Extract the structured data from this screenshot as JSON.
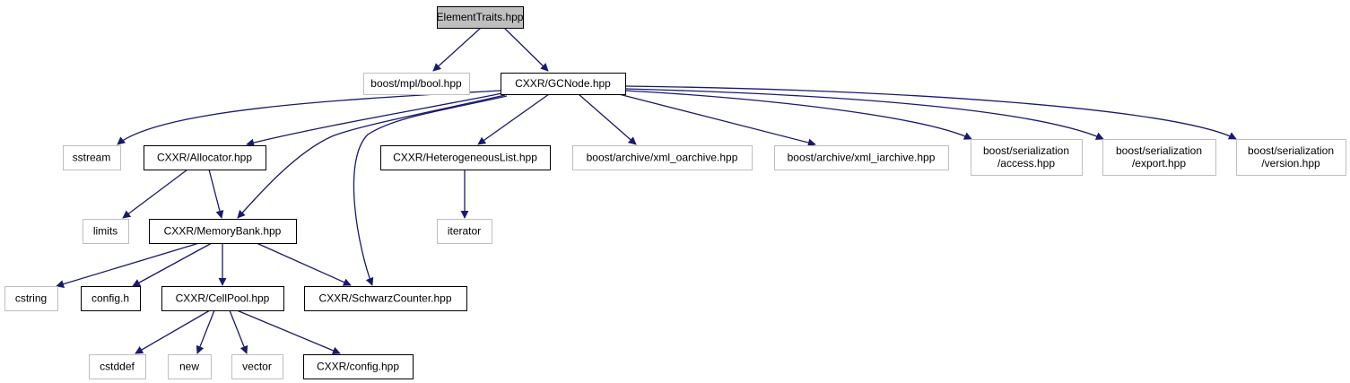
{
  "colors": {
    "edge": "#191970",
    "root_fill": "#bfbfbf",
    "border_documented": "#000000",
    "border_external": "#bfbfbf",
    "node_fill": "#ffffff",
    "text": "#000000"
  },
  "nodes": [
    {
      "id": "elementtraits",
      "lines": [
        "ElementTraits.hpp"
      ],
      "kind": "root"
    },
    {
      "id": "boost-mpl-bool",
      "lines": [
        "boost/mpl/bool.hpp"
      ],
      "kind": "external"
    },
    {
      "id": "gcnode",
      "lines": [
        "CXXR/GCNode.hpp"
      ],
      "kind": "documented"
    },
    {
      "id": "sstream",
      "lines": [
        "sstream"
      ],
      "kind": "external"
    },
    {
      "id": "allocator",
      "lines": [
        "CXXR/Allocator.hpp"
      ],
      "kind": "documented"
    },
    {
      "id": "heterogeneouslist",
      "lines": [
        "CXXR/HeterogeneousList.hpp"
      ],
      "kind": "documented"
    },
    {
      "id": "xml-oarchive",
      "lines": [
        "boost/archive/xml_oarchive.hpp"
      ],
      "kind": "external"
    },
    {
      "id": "xml-iarchive",
      "lines": [
        "boost/archive/xml_iarchive.hpp"
      ],
      "kind": "external"
    },
    {
      "id": "serialization-access",
      "lines": [
        "boost/serialization",
        "/access.hpp"
      ],
      "kind": "external"
    },
    {
      "id": "serialization-export",
      "lines": [
        "boost/serialization",
        "/export.hpp"
      ],
      "kind": "external"
    },
    {
      "id": "serialization-version",
      "lines": [
        "boost/serialization",
        "/version.hpp"
      ],
      "kind": "external"
    },
    {
      "id": "limits",
      "lines": [
        "limits"
      ],
      "kind": "external"
    },
    {
      "id": "memorybank",
      "lines": [
        "CXXR/MemoryBank.hpp"
      ],
      "kind": "documented"
    },
    {
      "id": "iterator",
      "lines": [
        "iterator"
      ],
      "kind": "external"
    },
    {
      "id": "cstring",
      "lines": [
        "cstring"
      ],
      "kind": "external"
    },
    {
      "id": "config-h",
      "lines": [
        "config.h"
      ],
      "kind": "documented"
    },
    {
      "id": "cellpool",
      "lines": [
        "CXXR/CellPool.hpp"
      ],
      "kind": "documented"
    },
    {
      "id": "schwarzcounter",
      "lines": [
        "CXXR/SchwarzCounter.hpp"
      ],
      "kind": "documented"
    },
    {
      "id": "cstddef",
      "lines": [
        "cstddef"
      ],
      "kind": "external"
    },
    {
      "id": "new",
      "lines": [
        "new"
      ],
      "kind": "external"
    },
    {
      "id": "vector",
      "lines": [
        "vector"
      ],
      "kind": "external"
    },
    {
      "id": "cxxr-config",
      "lines": [
        "CXXR/config.hpp"
      ],
      "kind": "documented"
    }
  ],
  "edges": [
    {
      "from": "elementtraits",
      "to": "boost-mpl-bool"
    },
    {
      "from": "elementtraits",
      "to": "gcnode"
    },
    {
      "from": "gcnode",
      "to": "sstream"
    },
    {
      "from": "gcnode",
      "to": "allocator"
    },
    {
      "from": "gcnode",
      "to": "memorybank"
    },
    {
      "from": "gcnode",
      "to": "schwarzcounter"
    },
    {
      "from": "gcnode",
      "to": "heterogeneouslist"
    },
    {
      "from": "gcnode",
      "to": "xml-oarchive"
    },
    {
      "from": "gcnode",
      "to": "xml-iarchive"
    },
    {
      "from": "gcnode",
      "to": "serialization-access"
    },
    {
      "from": "gcnode",
      "to": "serialization-export"
    },
    {
      "from": "gcnode",
      "to": "serialization-version"
    },
    {
      "from": "allocator",
      "to": "limits"
    },
    {
      "from": "allocator",
      "to": "memorybank"
    },
    {
      "from": "heterogeneouslist",
      "to": "iterator"
    },
    {
      "from": "memorybank",
      "to": "cstring"
    },
    {
      "from": "memorybank",
      "to": "config-h"
    },
    {
      "from": "memorybank",
      "to": "cellpool"
    },
    {
      "from": "memorybank",
      "to": "schwarzcounter"
    },
    {
      "from": "cellpool",
      "to": "cstddef"
    },
    {
      "from": "cellpool",
      "to": "new"
    },
    {
      "from": "cellpool",
      "to": "vector"
    },
    {
      "from": "cellpool",
      "to": "cxxr-config"
    }
  ]
}
